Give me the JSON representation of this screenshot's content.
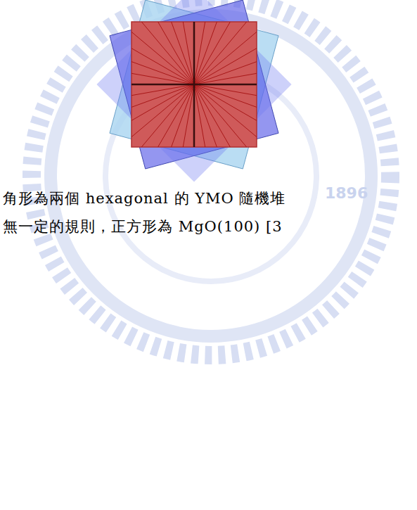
{
  "diagram": {
    "labels": [
      "角形為兩個 hexagonal 的 YMO 隨機堆",
      "無一定的規則，正方形為 MgO(100) [3",
      "1896"
    ]
  }
}
